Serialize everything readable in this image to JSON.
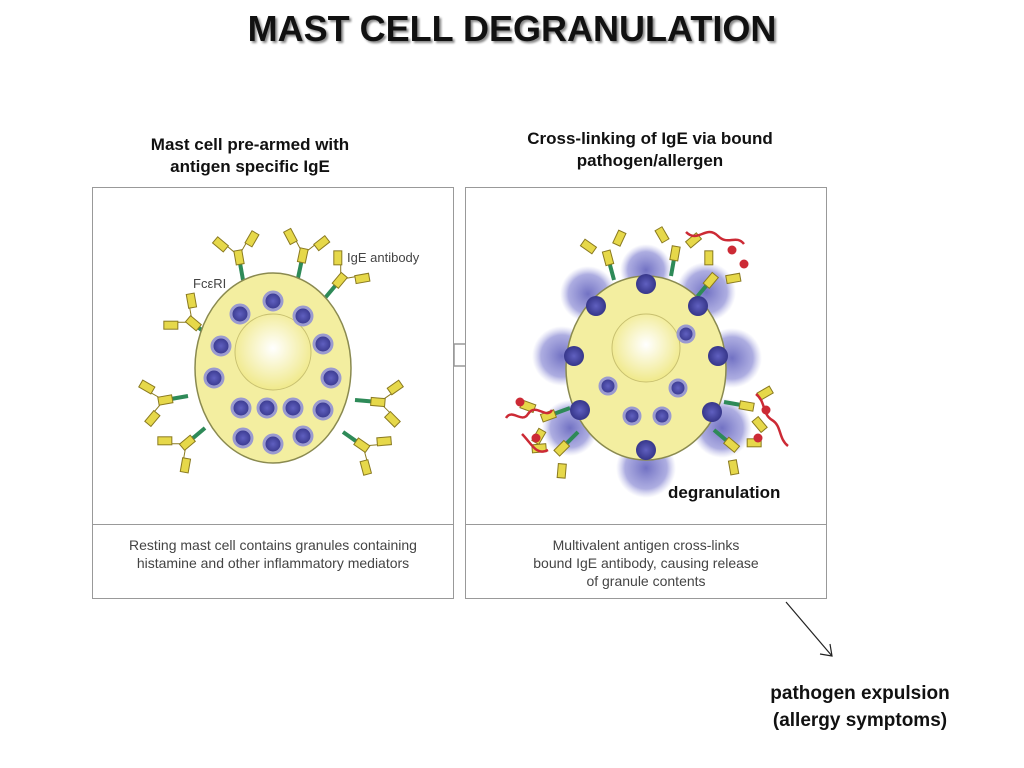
{
  "title": "MAST CELL DEGRANULATION",
  "left_panel": {
    "caption_line1": "Mast cell pre-armed with",
    "caption_line2": "antigen specific IgE",
    "label_receptor": "FcεRI",
    "label_antibody": "IgE antibody",
    "description_line1": "Resting mast cell contains granules containing",
    "description_line2": "histamine and other inflammatory mediators"
  },
  "right_panel": {
    "caption_line1": "Cross-linking of IgE via bound",
    "caption_line2": "pathogen/allergen",
    "label_degranulation": "degranulation",
    "description_line1": "Multivalent antigen cross-links",
    "description_line2": "bound IgE antibody, causing release",
    "description_line3": "of granule contents"
  },
  "outcome": {
    "line1": "pathogen expulsion",
    "line2": "(allergy symptoms)"
  },
  "colors": {
    "cell_fill": "#f3eea0",
    "cell_stroke": "#8a8a50",
    "granule": "#4a4aa6",
    "antibody": "#e6d84a",
    "receptor": "#2e8a58",
    "released_granules": "#7a7ac8",
    "pathogen": "#cc2a35"
  }
}
